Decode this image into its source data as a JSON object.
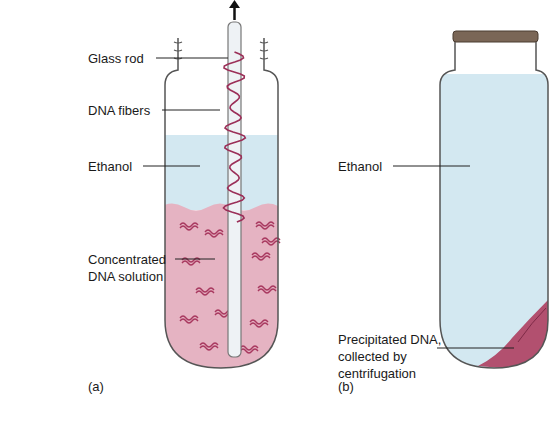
{
  "diagram": {
    "labels": [
      "Glass rod",
      "DNA fibers",
      "Ethanol",
      "Concentrated DNA solution",
      "(a)",
      "Ethanol",
      "Precipitated DNA, collected by centrifugation",
      "(b)"
    ]
  }
}
